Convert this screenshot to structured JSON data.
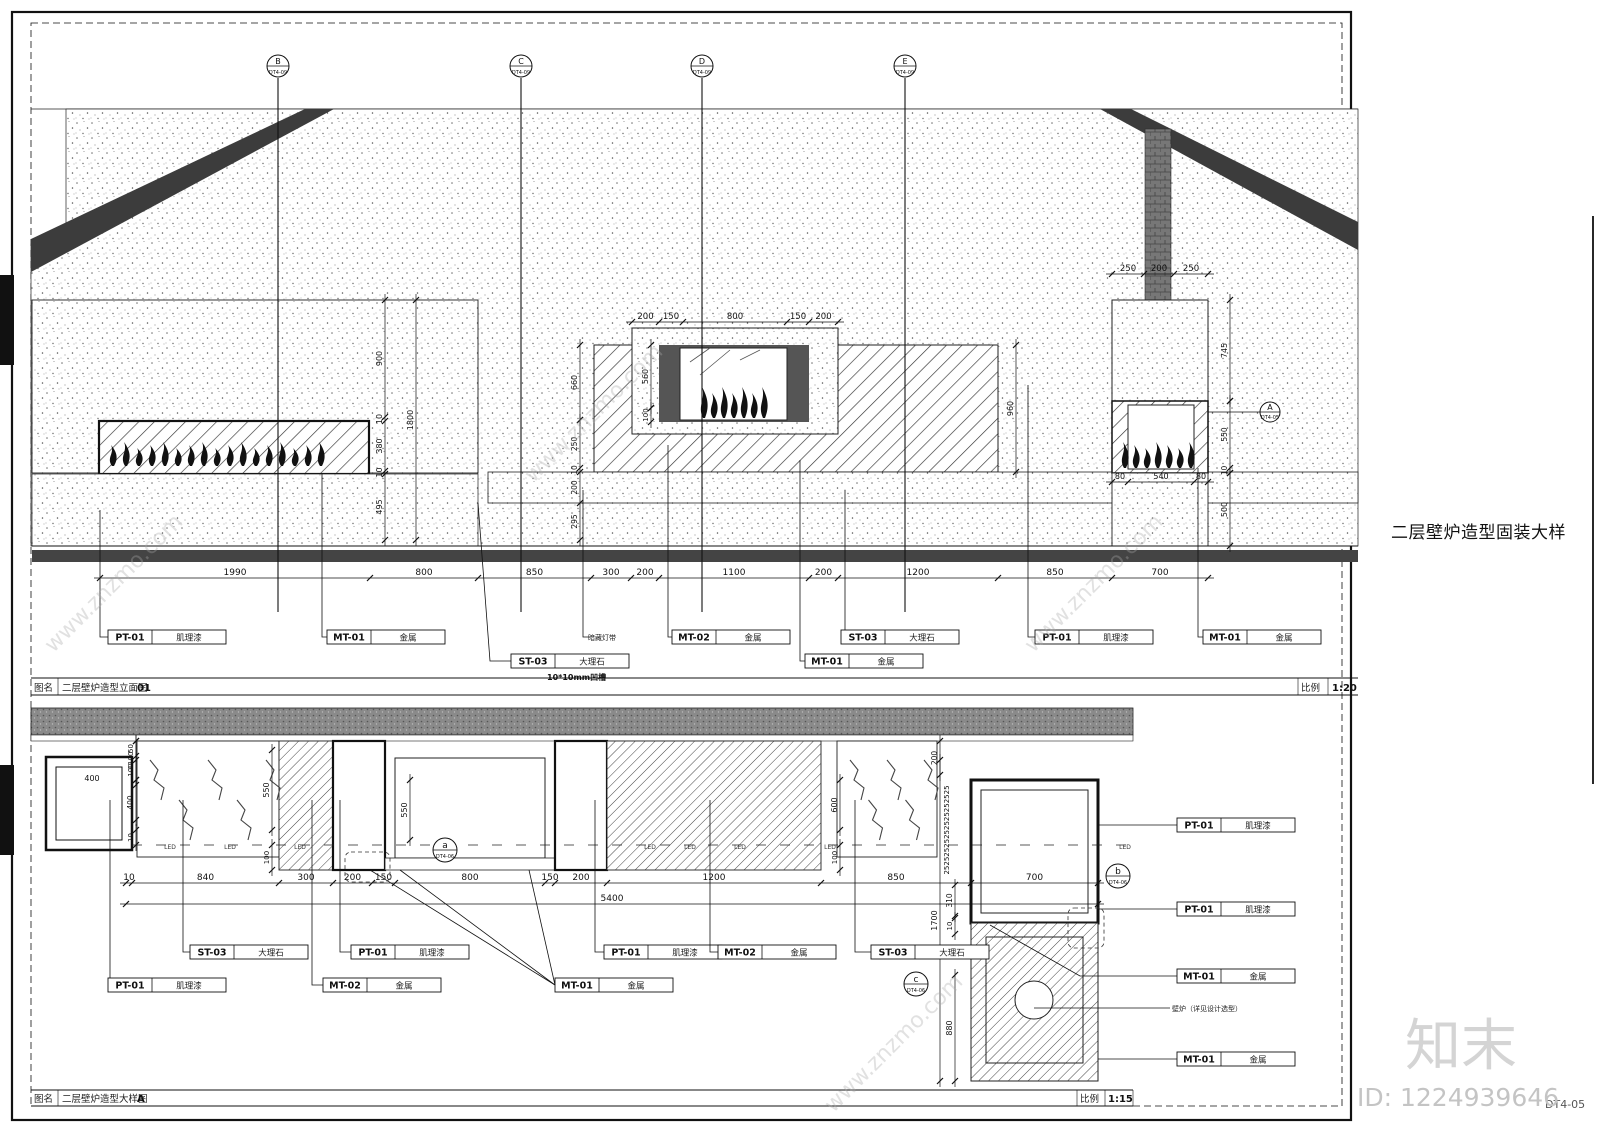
{
  "sheet": {
    "side_title": "二层壁炉造型固装大样",
    "sheet_number": "DT4-05",
    "watermark_id": "ID: 1224939646",
    "watermark_brand": "知末",
    "watermark_site": "www.znzmo.com",
    "colors": {
      "line": "#111111",
      "fill_dark": "#555555",
      "wall": "#2b2b2b",
      "watermark": "#c8c8c8"
    }
  },
  "elevation": {
    "grid_bubbles": [
      {
        "letter": "B",
        "ref": "DT4-09"
      },
      {
        "letter": "C",
        "ref": "DT4-09"
      },
      {
        "letter": "D",
        "ref": "DT4-09"
      },
      {
        "letter": "E",
        "ref": "DT4-09"
      }
    ],
    "section_marker": {
      "letter": "A",
      "ref": "DT4-05"
    },
    "top_dims_left": [
      "250",
      "200",
      "250"
    ],
    "top_dims_center": [
      "200",
      "150",
      "800",
      "150",
      "200"
    ],
    "vertical_dims_left": [
      "900",
      "10",
      "380",
      "10",
      "495",
      "1800"
    ],
    "vertical_dims_center": [
      "560",
      "660",
      "100",
      "250",
      "10",
      "200",
      "295",
      "960"
    ],
    "vertical_dims_right": [
      "745",
      "550",
      "10",
      "500"
    ],
    "right_box_dims": [
      "80",
      "540",
      "80"
    ],
    "bottom_dims": [
      "1990",
      "800",
      "850",
      "300",
      "200",
      "1100",
      "200",
      "1200",
      "850",
      "700"
    ],
    "leaders": [
      {
        "code": "PT-01",
        "material": "肌理漆"
      },
      {
        "code": "MT-01",
        "material": "金属"
      },
      {
        "code": "ST-03",
        "material": "大理石",
        "note": "10*10mm凹槽"
      },
      {
        "code": "",
        "material": "暗藏灯带"
      },
      {
        "code": "MT-02",
        "material": "金属"
      },
      {
        "code": "MT-01",
        "material": "金属"
      },
      {
        "code": "ST-03",
        "material": "大理石"
      },
      {
        "code": "PT-01",
        "material": "肌理漆"
      },
      {
        "code": "MT-01",
        "material": "金属"
      }
    ],
    "title_label": "图名",
    "title": "二层壁炉造型立面图",
    "title_no": "01",
    "scale_label": "比例",
    "scale": "1:20"
  },
  "plan": {
    "dims_top": [
      "400",
      "50",
      "100",
      "400",
      "550",
      "100",
      "10",
      "1100",
      "600",
      "100",
      "200"
    ],
    "dims_row1": [
      "10",
      "840",
      "300",
      "200",
      "150",
      "800",
      "150",
      "200",
      "1200",
      "850",
      "700"
    ],
    "dim_total": "5400",
    "right_vertical_dims": [
      "310",
      "10",
      "1700",
      "880"
    ],
    "stack_label": "25252525252525252525",
    "detail_markers": [
      {
        "letter": "a",
        "ref": "DT4-06"
      },
      {
        "letter": "b",
        "ref": "DT4-06"
      },
      {
        "letter": "c",
        "ref": "DT4-06"
      }
    ],
    "led_label": "LED",
    "leaders": [
      {
        "code": "ST-03",
        "material": "大理石"
      },
      {
        "code": "PT-01",
        "material": "肌理漆"
      },
      {
        "code": "PT-01",
        "material": "肌理漆"
      },
      {
        "code": "MT-02",
        "material": "金属"
      },
      {
        "code": "PT-01",
        "material": "肌理漆"
      },
      {
        "code": "MT-02",
        "material": "金属"
      },
      {
        "code": "MT-01",
        "material": "金属"
      },
      {
        "code": "ST-03",
        "material": "大理石"
      }
    ],
    "right_leaders": [
      {
        "code": "PT-01",
        "material": "肌理漆"
      },
      {
        "code": "PT-01",
        "material": "肌理漆"
      },
      {
        "code": "MT-01",
        "material": "金属"
      },
      {
        "code": "",
        "material": "壁炉（详见设计选型）"
      },
      {
        "code": "MT-01",
        "material": "金属"
      }
    ],
    "title_label": "图名",
    "title": "二层壁炉造型大样图",
    "title_no": "A",
    "scale_label": "比例",
    "scale": "1:15"
  }
}
